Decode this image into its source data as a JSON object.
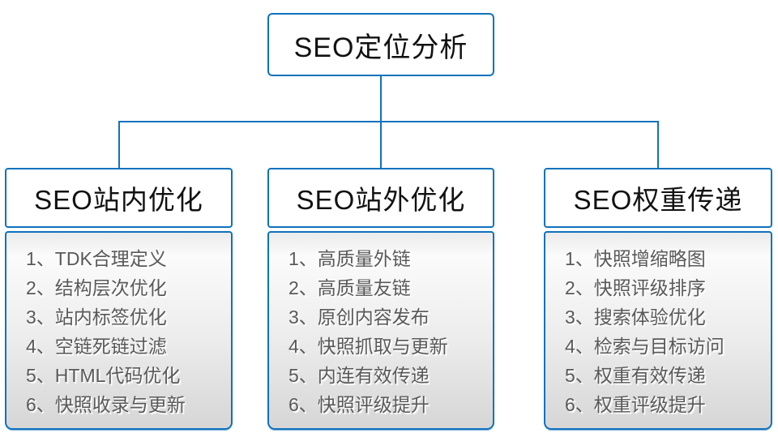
{
  "root": {
    "label": "SEO定位分析"
  },
  "columns": [
    {
      "title": "SEO站内优化",
      "items": [
        "1、TDK合理定义",
        "2、结构层次优化",
        "3、站内标签优化",
        "4、空链死链过滤",
        "5、HTML代码优化",
        "6、快照收录与更新"
      ]
    },
    {
      "title": "SEO站外优化",
      "items": [
        "1、高质量外链",
        "2、高质量友链",
        "3、原创内容发布",
        "4、快照抓取与更新",
        "5、内连有效传递",
        "6、快照评级提升"
      ]
    },
    {
      "title": "SEO权重传递",
      "items": [
        "1、快照增缩略图",
        "2、快照评级排序",
        "3、搜索体验优化",
        "4、检索与目标访问",
        "5、权重有效传递",
        "6、权重评级提升"
      ]
    }
  ],
  "colors": {
    "line_blue": "#0f72bd",
    "header_text": "#111111",
    "item_text": "#595959",
    "body_gradient_top": "#ebebeb",
    "body_gradient_bottom": "#d6d6d6"
  }
}
